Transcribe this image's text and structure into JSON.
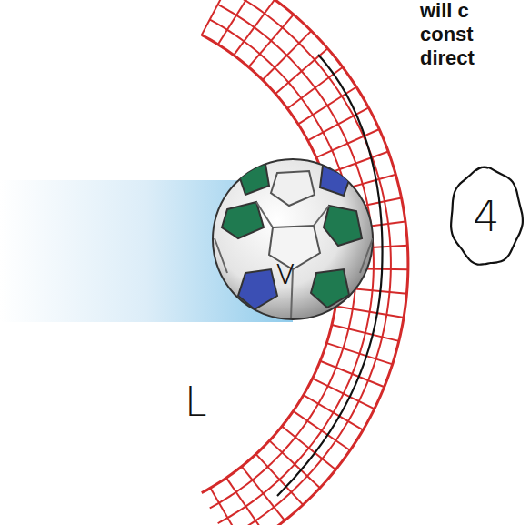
{
  "diagram": {
    "nodes": [
      {
        "text": [
          "4"
        ]
      }
    ],
    "labels": [
      "will c",
      "const",
      "direct",
      "v",
      "L"
    ]
  }
}
